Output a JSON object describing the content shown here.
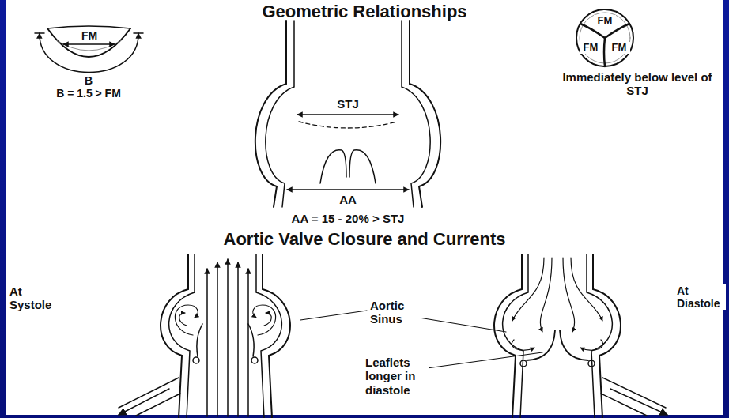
{
  "diagram": {
    "title": "Geometric Relationships",
    "labels": [
      "FM",
      "B",
      "B = 1.5 > FM",
      "STJ",
      "AA",
      "AA = 15 - 20% > STJ",
      "FM",
      "FM",
      "FM",
      "Immediately below level of STJ",
      "Aortic Valve Closure and Currents",
      "At Systole",
      "Aortic Sinus",
      "Leaflets longer in diastole",
      "At Diastole"
    ]
  }
}
